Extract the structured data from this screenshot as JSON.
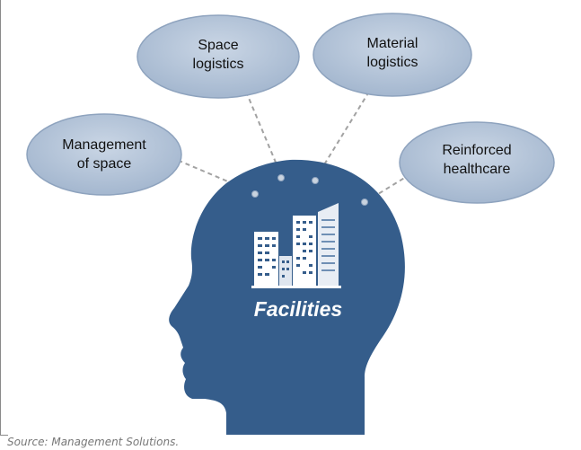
{
  "diagram": {
    "center_label": "Facilities",
    "bubbles": [
      {
        "id": "space-logistics",
        "line1": "Space",
        "line2": "logistics"
      },
      {
        "id": "material-logistics",
        "line1": "Material",
        "line2": "logistics"
      },
      {
        "id": "management-of-space",
        "line1": "Management",
        "line2": "of space"
      },
      {
        "id": "reinforced-healthcare",
        "line1": "Reinforced",
        "line2": "healthcare"
      }
    ]
  },
  "source": "Source: Management Solutions.",
  "colors": {
    "head": "#355d8b",
    "bubble_fill": "#b3c4d9",
    "bubble_stroke": "#8ea3be",
    "dashed_line": "#a2a2a2",
    "connector_dot": "#c9d3df"
  }
}
